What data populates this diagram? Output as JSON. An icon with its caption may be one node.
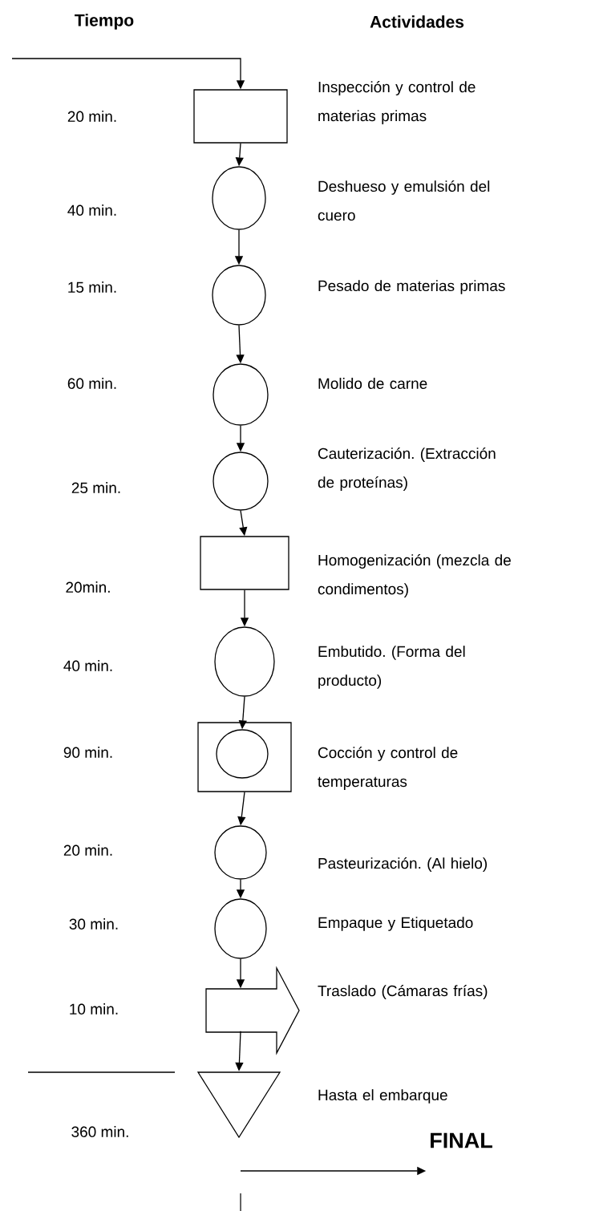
{
  "diagram": {
    "nodes": [
      {
        "text": [],
        "shape": "box",
        "beside": [
          "Inspección y control de materias primas"
        ]
      },
      {
        "text": [],
        "shape": "circle",
        "beside": [
          "Deshueso y emulsión del cuero"
        ]
      },
      {
        "text": [],
        "shape": "circle",
        "beside": [
          "Pesado de materias primas"
        ]
      },
      {
        "text": [],
        "shape": "circle",
        "beside": [
          "Molido de carne"
        ]
      },
      {
        "text": [],
        "shape": "circle",
        "beside": [
          "Cauterización. (Extracción de proteínas)"
        ]
      },
      {
        "text": [],
        "shape": "box",
        "beside": [
          "Homogenización (mezcla de condimentos)"
        ]
      },
      {
        "text": [],
        "shape": "circle",
        "beside": [
          "Embutido. (Forma del producto)"
        ]
      },
      {
        "text": [],
        "shape": "box",
        "beside": [
          "Cocción y control de temperaturas"
        ]
      },
      {
        "text": [],
        "shape": "circle",
        "in": 7
      },
      {
        "text": [],
        "shape": "circle",
        "beside": [
          "Pasteurización. (Al hielo)"
        ]
      },
      {
        "text": [],
        "shape": "circle",
        "beside": [
          "Empaque y Etiquetado"
        ]
      },
      {
        "text": [],
        "shape": "arrow",
        "beside": [
          "Traslado (Cámaras frías)"
        ]
      },
      {
        "text": [],
        "shape": "triangle",
        "beside": [
          "Hasta el embarque"
        ]
      },
      {
        "text": [
          "FINAL"
        ]
      }
    ],
    "edges": [
      {
        "from": null,
        "to": 0,
        "arrow": "to"
      },
      {
        "from": 0,
        "to": 1,
        "arrow": "to"
      },
      {
        "from": 1,
        "to": 2,
        "arrow": "to"
      },
      {
        "from": 2,
        "to": 3,
        "arrow": "to"
      },
      {
        "from": 3,
        "to": 4,
        "arrow": "to"
      },
      {
        "from": 4,
        "to": 5,
        "arrow": "to"
      },
      {
        "from": 5,
        "to": 6,
        "arrow": "to"
      },
      {
        "from": 6,
        "to": 8,
        "arrow": "to"
      },
      {
        "from": 7,
        "to": 9,
        "arrow": "to"
      },
      {
        "from": 9,
        "to": 10,
        "arrow": "to"
      },
      {
        "from": 10,
        "to": 11,
        "arrow": "to"
      },
      {
        "from": 11,
        "to": 12,
        "arrow": "to"
      },
      {
        "from": null,
        "to": 13,
        "arrow": "to"
      }
    ],
    "labels": [
      "Tiempo",
      "Actividades",
      "20 min.",
      "40 min.",
      "15 min.",
      "60 min.",
      "25 min.",
      "20min.",
      "40 min.",
      "90 min.",
      "20 min.",
      "30 min.",
      "10 min.",
      "360 min."
    ]
  }
}
